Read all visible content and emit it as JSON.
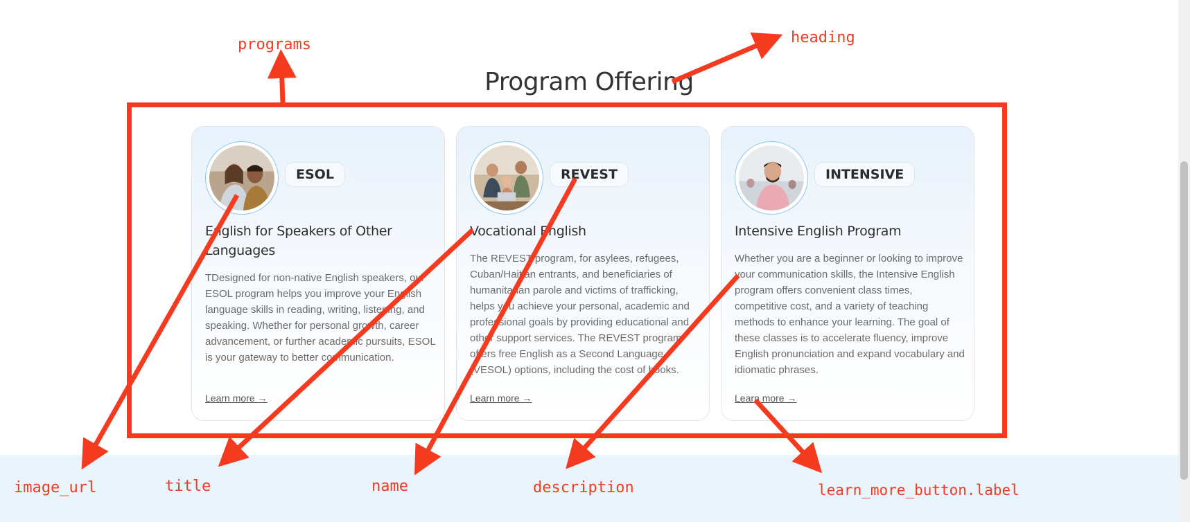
{
  "heading": "Program Offering",
  "programs": [
    {
      "name": "ESOL",
      "title": "English for Speakers of Other Languages",
      "description": "TDesigned for non-native English speakers, our ESOL program helps you improve your English language skills in reading, writing, listening, and speaking. Whether for personal growth, career advancement, or further academic pursuits, ESOL is your gateway to better communication.",
      "learn_more_button": {
        "label": "Learn more →"
      }
    },
    {
      "name": "REVEST",
      "title": "Vocational English",
      "description": "The REVEST program, for asylees, refugees, Cuban/Haitian entrants, and beneficiaries of humanitarian parole and victims of trafficking, helps you achieve your personal, academic and professional goals by providing educational and other support services. The REVEST program offers free English as a Second Language (VESOL) options, including the cost of books.",
      "learn_more_button": {
        "label": "Learn more →"
      }
    },
    {
      "name": "INTENSIVE",
      "title": "Intensive English Program",
      "description": "Whether you are a beginner or looking to improve your communication skills, the Intensive English program offers convenient class times, competitive cost, and a variety of teaching methods to enhance your learning. The goal of these classes is to accelerate fluency, improve English pronunciation and expand vocabulary and idiomatic phrases.",
      "learn_more_button": {
        "label": "Learn more →"
      }
    }
  ],
  "annotations": {
    "programs": "programs",
    "heading": "heading",
    "image_url": "image_url",
    "title": "title",
    "name": "name",
    "description": "description",
    "learn_more_label": "learn_more_button.label"
  },
  "colors": {
    "annotation": "#f53b1f",
    "card_gradient_top": "#e8f2fc",
    "band": "#eaf4fc",
    "avatar_ring": "#8cc6ee"
  }
}
